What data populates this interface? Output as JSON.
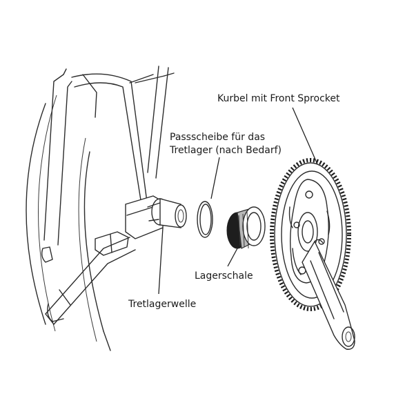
{
  "labels": {
    "kurbel": "Kurbel mit Front Sprocket",
    "passscheibe_line1": "Passscheibe für das",
    "passscheibe_line2": "Tretlager (nach Bedarf)",
    "lagerschale": "Lagerschale",
    "tretlagerwelle": "Tretlagerwelle"
  }
}
